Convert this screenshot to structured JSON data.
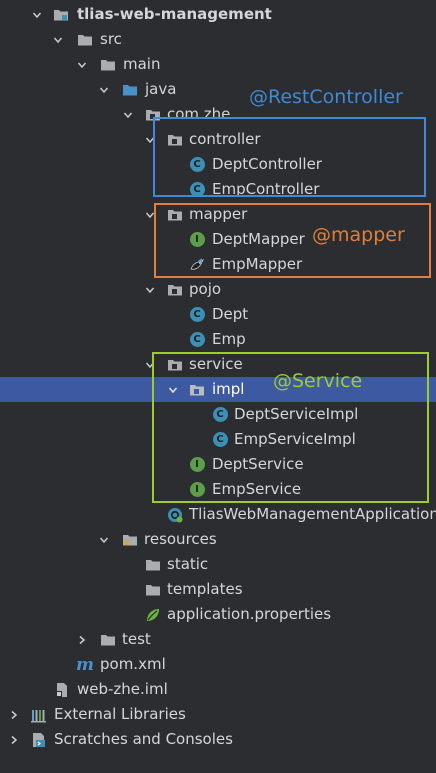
{
  "tree": {
    "project": "tlias-web-management",
    "src": "src",
    "main": "main",
    "java": "java",
    "package": "com.zhe",
    "controller": "controller",
    "dept_controller": "DeptController",
    "emp_controller": "EmpController",
    "mapper": "mapper",
    "dept_mapper": "DeptMapper",
    "emp_mapper": "EmpMapper",
    "pojo": "pojo",
    "dept": "Dept",
    "emp": "Emp",
    "service": "service",
    "impl": "impl",
    "dept_service_impl": "DeptServiceImpl",
    "emp_service_impl": "EmpServiceImpl",
    "dept_service": "DeptService",
    "emp_service": "EmpService",
    "application": "TliasWebManagementApplication",
    "resources": "resources",
    "static": "static",
    "templates": "templates",
    "application_properties": "application.properties",
    "test": "test",
    "pom": "pom.xml",
    "iml": "web-zhe.iml",
    "external_libraries": "External Libraries",
    "scratches": "Scratches and Consoles"
  },
  "icon_letters": {
    "class": "C",
    "interface": "I",
    "maven": "m"
  },
  "annotations": {
    "rest_controller": "@RestController",
    "mapper": "@mapper",
    "service": "@Service"
  },
  "colors": {
    "background": "#2b2d30",
    "selected_row": "#3d59a1",
    "rest_controller_box": "#3f89d6",
    "mapper_box": "#e07f3a",
    "service_box": "#9ecb2d",
    "class_icon": "#3c8fb5",
    "interface_icon": "#5d9e4a",
    "folder_icon": "#a9acb0"
  }
}
